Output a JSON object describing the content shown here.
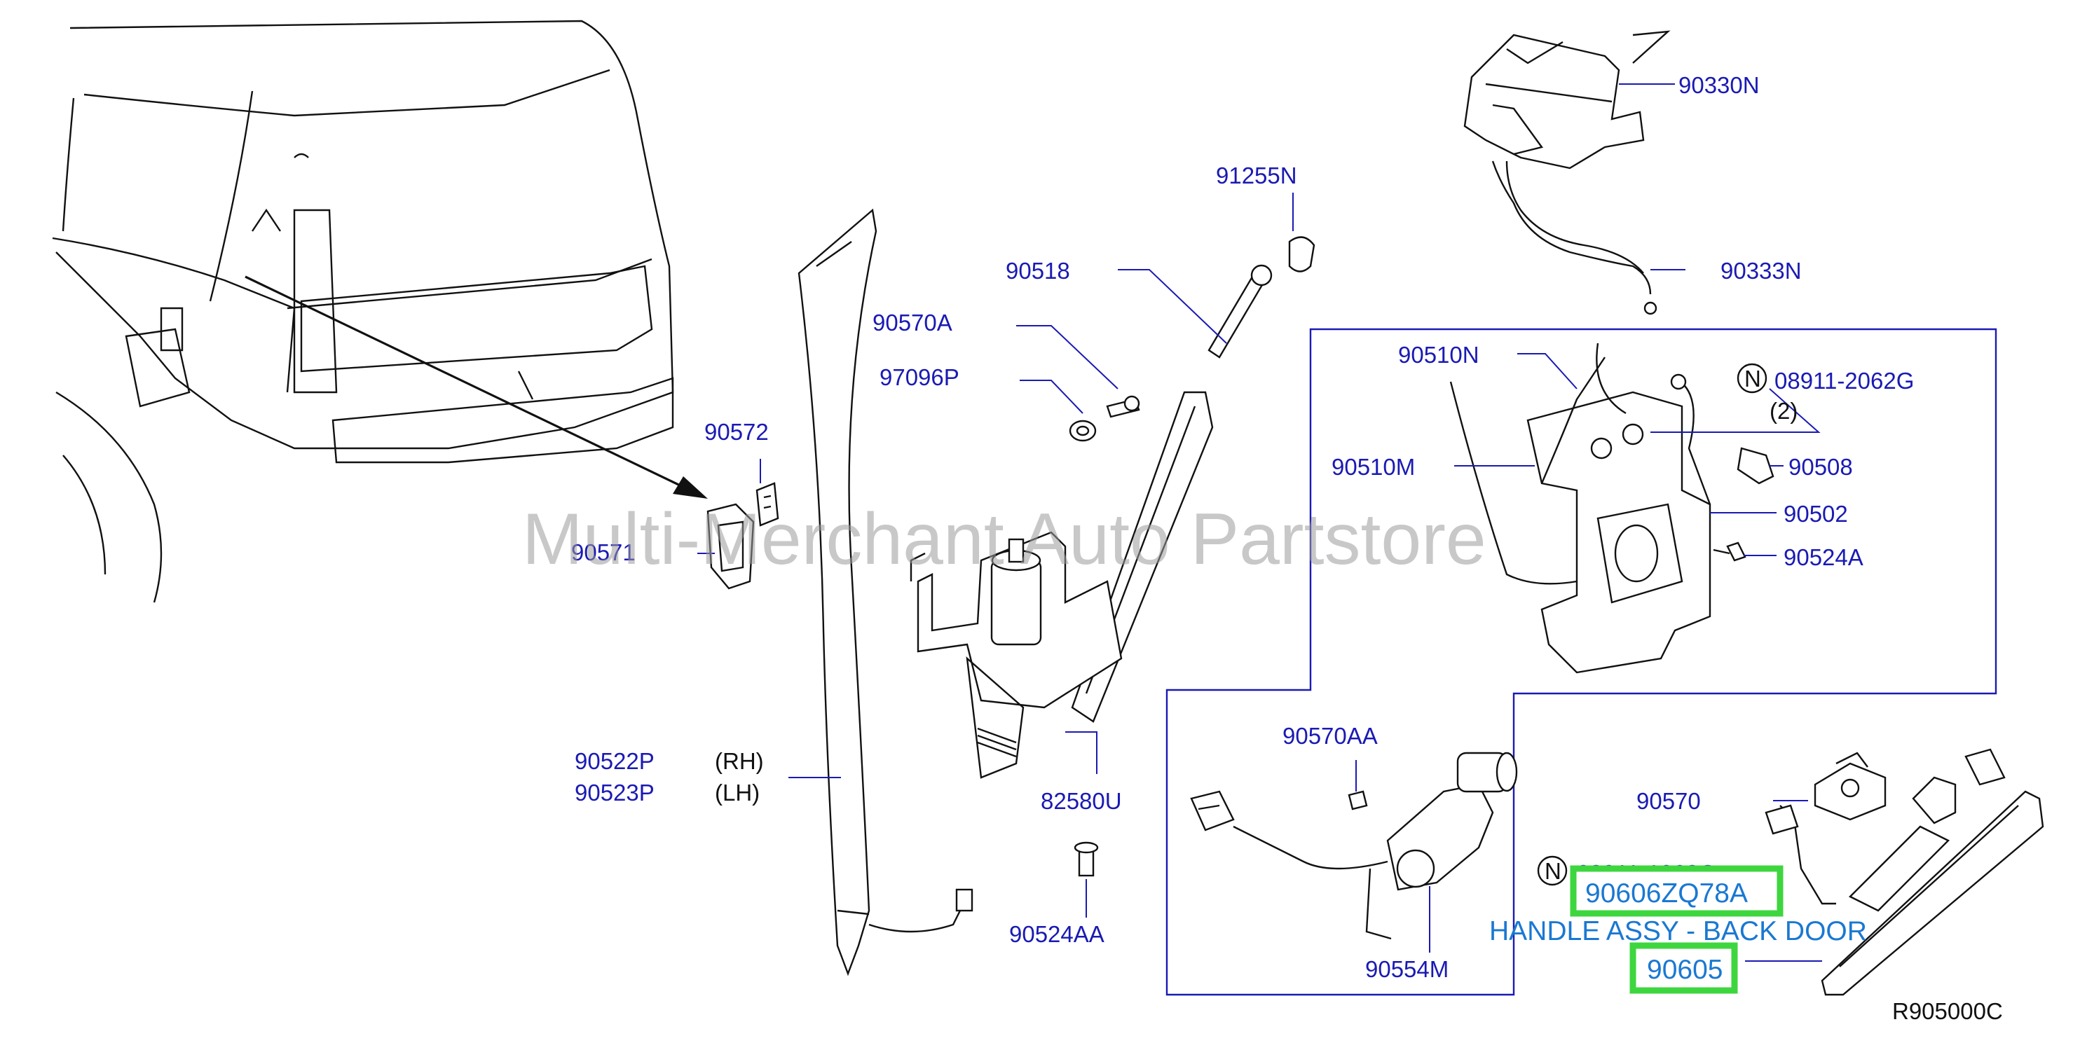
{
  "watermark": "Multi-Merchant Auto Partstore",
  "diagram_code": "R905000C",
  "labels": {
    "p91255N": "91255N",
    "p90518": "90518",
    "p90570A": "90570A",
    "p97096P": "97096P",
    "p90572": "90572",
    "p90571": "90571",
    "p90522P": "90522P",
    "p90523P": "90523P",
    "rh": "(RH)",
    "lh": "(LH)",
    "p82580U": "82580U",
    "p90524AA": "90524AA",
    "p90330N": "90330N",
    "p90333N": "90333N",
    "p90510N": "90510N",
    "p90510M": "90510M",
    "p08911_2062G": "08911-2062G",
    "qty2": "(2)",
    "p90508": "90508",
    "p90502": "90502",
    "p90524A": "90524A",
    "p90570AA": "90570AA",
    "p90554M": "90554M",
    "p90570": "90570",
    "p08911_1062G": "08911-1062G",
    "n_symbol": "N"
  },
  "highlights": {
    "handle_part_number": "90606ZQ78A",
    "handle_description": "HANDLE ASSY - BACK DOOR",
    "handle_ref": "90605"
  },
  "colors": {
    "part_number": "#1a1ab4",
    "highlight_text": "#1a78d2",
    "highlight_box": "#3ed63e",
    "watermark": "#9a9a9a"
  }
}
